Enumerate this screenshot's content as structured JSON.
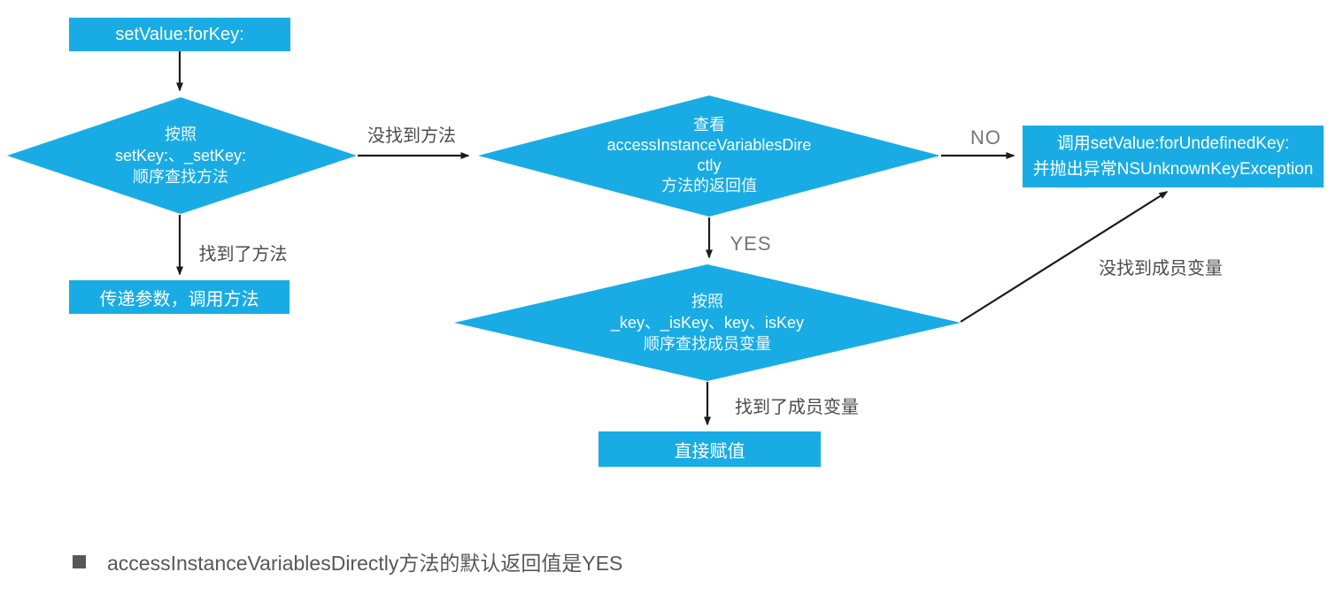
{
  "colors": {
    "node_fill": "#19ace4",
    "node_text": "#ffffff",
    "arrow": "#1c1c1c",
    "edge_label_cn": "#4c4c4e",
    "edge_label_en": "#757678",
    "footnote_text": "#57575a",
    "background": "#ffffff"
  },
  "diagram": {
    "start": {
      "label": "setValue:forKey:"
    },
    "decision_find_method": {
      "lines": [
        "按照",
        "setKey:、_setKey:",
        "顺序查找方法"
      ]
    },
    "decision_access_ivar": {
      "lines": [
        "查看",
        "accessInstanceVariablesDire",
        "ctly",
        "方法的返回值"
      ]
    },
    "decision_find_ivar": {
      "lines": [
        "按照",
        "_key、_isKey、key、isKey",
        "顺序查找成员变量"
      ]
    },
    "box_call_method": {
      "label": "传递参数，调用方法"
    },
    "box_undefined_key": {
      "lines": [
        "调用setValue:forUndefinedKey:",
        "并抛出异常NSUnknownKeyException"
      ]
    },
    "box_assign": {
      "label": "直接赋值"
    },
    "edges": {
      "method_not_found": "没找到方法",
      "no": "NO",
      "method_found": "找到了方法",
      "yes": "YES",
      "ivar_not_found": "没找到成员变量",
      "ivar_found": "找到了成员变量"
    }
  },
  "footnote": {
    "text": "accessInstanceVariablesDirectly方法的默认返回值是YES"
  }
}
